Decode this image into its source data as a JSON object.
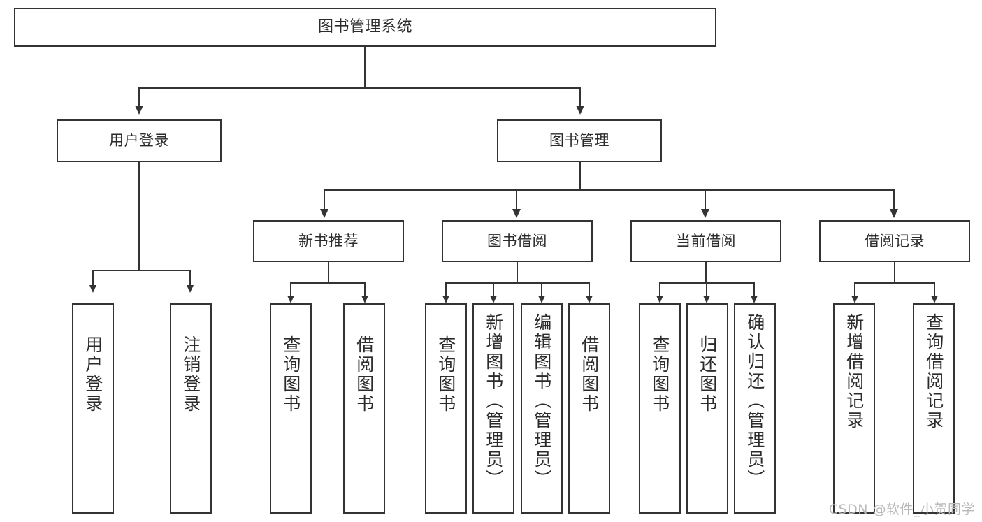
{
  "diagram": {
    "title": "图书管理系统",
    "type": "hierarchy-tree",
    "root": {
      "label": "图书管理系统"
    },
    "tier2": [
      {
        "label": "用户登录"
      },
      {
        "label": "图书管理"
      }
    ],
    "tier3": [
      {
        "label": "新书推荐"
      },
      {
        "label": "图书借阅"
      },
      {
        "label": "当前借阅"
      },
      {
        "label": "借阅记录"
      }
    ],
    "leaves": {
      "user_login": [
        {
          "label": "用户登录"
        },
        {
          "label": "注销登录"
        }
      ],
      "new_book_recommend": [
        {
          "label": "查询图书"
        },
        {
          "label": "借阅图书"
        }
      ],
      "book_borrow": [
        {
          "label": "查询图书"
        },
        {
          "label": "新增图书（管理员）"
        },
        {
          "label": "编辑图书（管理员）"
        },
        {
          "label": "借阅图书"
        }
      ],
      "current_borrow": [
        {
          "label": "查询图书"
        },
        {
          "label": "归还图书"
        },
        {
          "label": "确认归还（管理员）"
        }
      ],
      "borrow_record": [
        {
          "label": "新增借阅记录"
        },
        {
          "label": "查询借阅记录"
        }
      ]
    }
  },
  "watermark": {
    "text": "CSDN @软件_小贺同学"
  },
  "colors": {
    "stroke": "#333333",
    "background": "#ffffff",
    "text": "#2b2b2b",
    "watermark": "#b9b9b9"
  }
}
